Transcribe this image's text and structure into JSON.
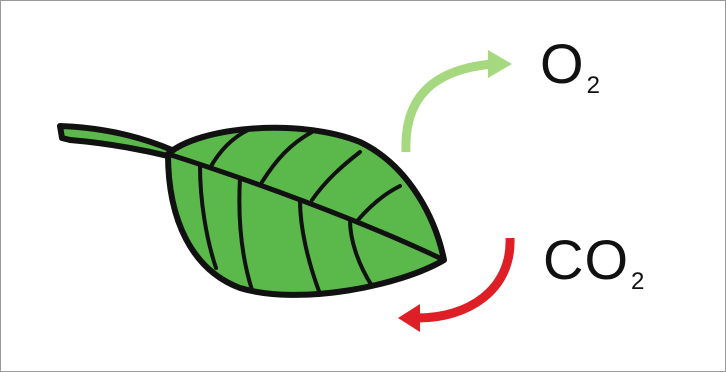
{
  "diagram": {
    "leaf": {
      "fill": "#5bb84a",
      "outline": "#111111"
    },
    "oxygen_label": {
      "main": "O",
      "subscript": "2"
    },
    "carbon_dioxide_label": {
      "main": "CO",
      "subscript": "2"
    },
    "colors": {
      "oxygen_arrow": "#a6d87f",
      "carbon_dioxide_arrow": "#de1f26"
    }
  }
}
